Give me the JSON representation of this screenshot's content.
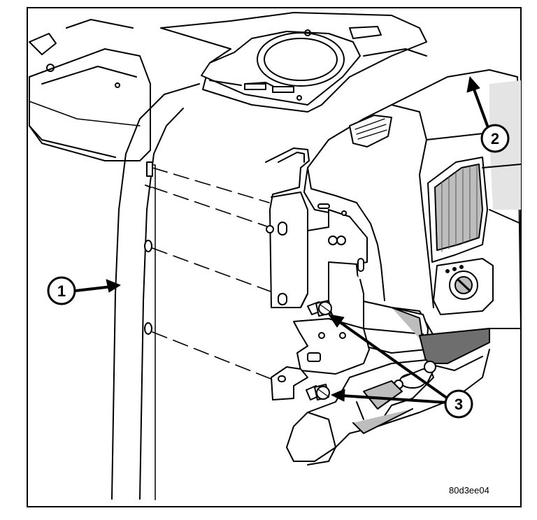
{
  "diagram": {
    "callouts": [
      {
        "id": "1",
        "label": "1"
      },
      {
        "id": "2",
        "label": "2"
      },
      {
        "id": "3",
        "label": "3"
      }
    ],
    "figure_id": "80d3ee04",
    "colors": {
      "ink": "#000000",
      "shade": "#bdbdbd",
      "dark_shade": "#6e6e6e",
      "paper": "#ffffff"
    }
  }
}
